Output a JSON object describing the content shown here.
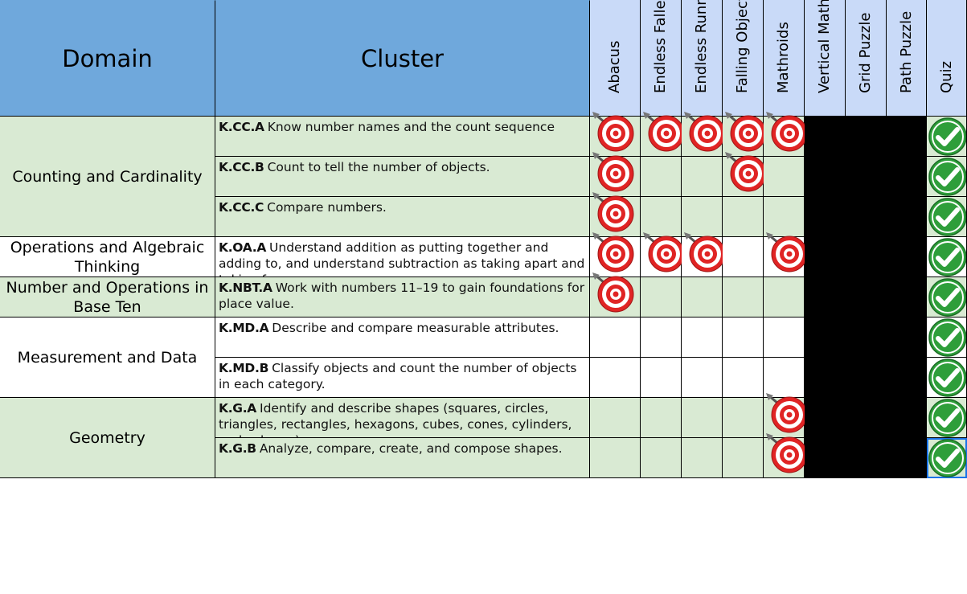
{
  "headers": {
    "domain": "Domain",
    "cluster": "Cluster",
    "games": [
      "Abacus",
      "Endless Faller",
      "Endless Runner",
      "Falling Objects",
      "Mathroids",
      "Vertical Math",
      "Grid Puzzle",
      "Path Puzzle",
      "Quiz"
    ]
  },
  "domains": [
    {
      "label": "Counting and Cardinality",
      "rows": 3,
      "color": "#d9ead3"
    },
    {
      "label": "Operations and Algebraic Thinking",
      "rows": 1,
      "color": "#ffffff"
    },
    {
      "label": "Number and Operations in Base Ten",
      "rows": 1,
      "color": "#d9ead3"
    },
    {
      "label": "Measurement and Data",
      "rows": 2,
      "color": "#ffffff"
    },
    {
      "label": "Geometry",
      "rows": 2,
      "color": "#d9ead3"
    }
  ],
  "rows": [
    {
      "code": "K.CC.A",
      "text": "Know number names and the count sequence",
      "targets": [
        "Abacus",
        "Endless Faller",
        "Endless Runner",
        "Falling Objects",
        "Mathroids"
      ],
      "quiz": true
    },
    {
      "code": "K.CC.B",
      "text": "Count to tell the number of objects.",
      "targets": [
        "Abacus",
        "Falling Objects"
      ],
      "quiz": true
    },
    {
      "code": "K.CC.C",
      "text": "Compare numbers.",
      "targets": [
        "Abacus"
      ],
      "quiz": true
    },
    {
      "code": "K.OA.A",
      "text": "Understand addition as putting together and adding to, and understand subtraction as taking apart and taking from.",
      "targets": [
        "Abacus",
        "Endless Faller",
        "Endless Runner",
        "Mathroids"
      ],
      "quiz": true
    },
    {
      "code": "K.NBT.A",
      "text": "Work with numbers 11–19 to gain foundations for place value.",
      "targets": [
        "Abacus"
      ],
      "quiz": true
    },
    {
      "code": "K.MD.A",
      "text": "Describe and compare measurable attributes.",
      "targets": [],
      "quiz": true
    },
    {
      "code": "K.MD.B",
      "text": "Classify objects and count the number of objects in each category.",
      "targets": [],
      "quiz": true
    },
    {
      "code": "K.G.A",
      "text": "Identify and describe shapes (squares, circles, triangles, rectangles, hexagons, cubes, cones, cylinders, and spheres).",
      "targets": [
        "Mathroids"
      ],
      "quiz": true
    },
    {
      "code": "K.G.B",
      "text": "Analyze, compare, create, and compose shapes.",
      "targets": [
        "Mathroids"
      ],
      "quiz": true
    }
  ],
  "blacked_out_columns": [
    "Vertical Math",
    "Grid Puzzle",
    "Path Puzzle"
  ],
  "icons": {
    "target": "target-icon",
    "check": "checkmark-icon"
  },
  "colors": {
    "header_main": "#6fa8dc",
    "header_game": "#c9daf8",
    "green_row": "#d9ead3",
    "target_red": "#e02424",
    "check_green": "#2e9e3a"
  }
}
